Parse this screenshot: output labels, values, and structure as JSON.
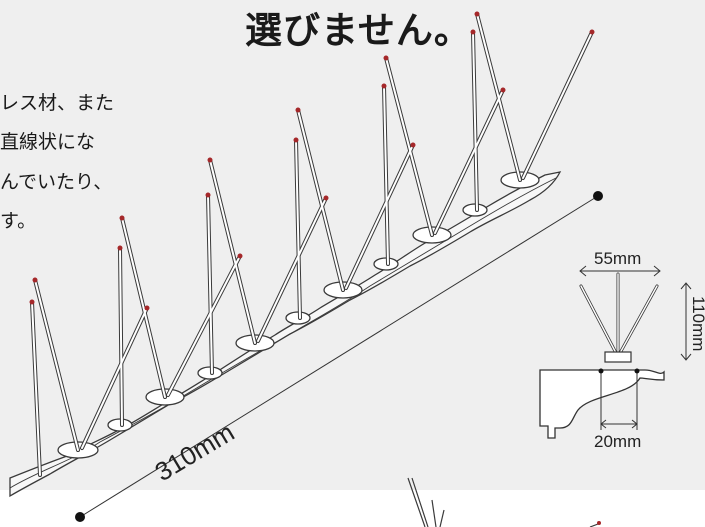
{
  "heading": "選びません。",
  "body_lines": [
    "レス材、また",
    "直線状にな",
    "んでいたり、",
    "す。"
  ],
  "dimensions": {
    "length": "310mm",
    "width": "55mm",
    "height": "110mm",
    "base": "20mm"
  },
  "colors": {
    "background": "#efefef",
    "tip": "#a5282a",
    "line": "#3a3a3a"
  }
}
